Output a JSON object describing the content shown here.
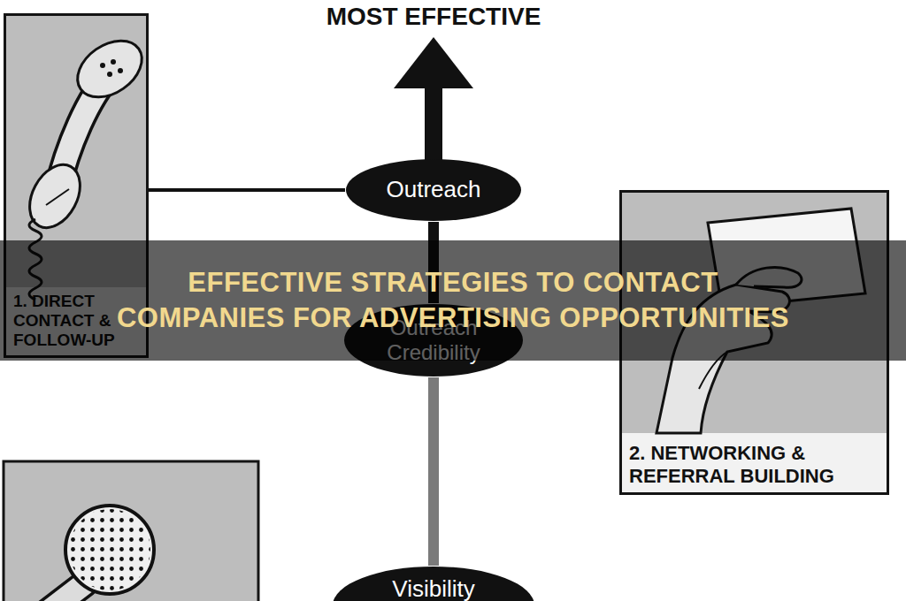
{
  "diagram": {
    "title": "EFFECTIVE STRATEGIES TO CONTACT COMPANIES FOR ADVERTISING OPPORTUNITIES",
    "nodes": [
      {
        "text": [
          "1. DIRECT CONTACT & FOLLOW-UP"
        ]
      },
      {
        "text": [
          "Outreach"
        ]
      },
      {
        "text": [
          "Outreach Credibility"
        ]
      },
      {
        "text": [
          "2. NETWORKING & REFERRAL BUILDING"
        ]
      },
      {
        "text": [
          "Visibility"
        ]
      }
    ],
    "edges": [
      {
        "from": 0,
        "to": 1,
        "arrow": "none"
      },
      {
        "from": 2,
        "to": 1,
        "arrow": "none"
      },
      {
        "from": 4,
        "to": 2,
        "arrow": "none"
      }
    ],
    "labels": [
      "MOST EFFECTIVE"
    ]
  }
}
